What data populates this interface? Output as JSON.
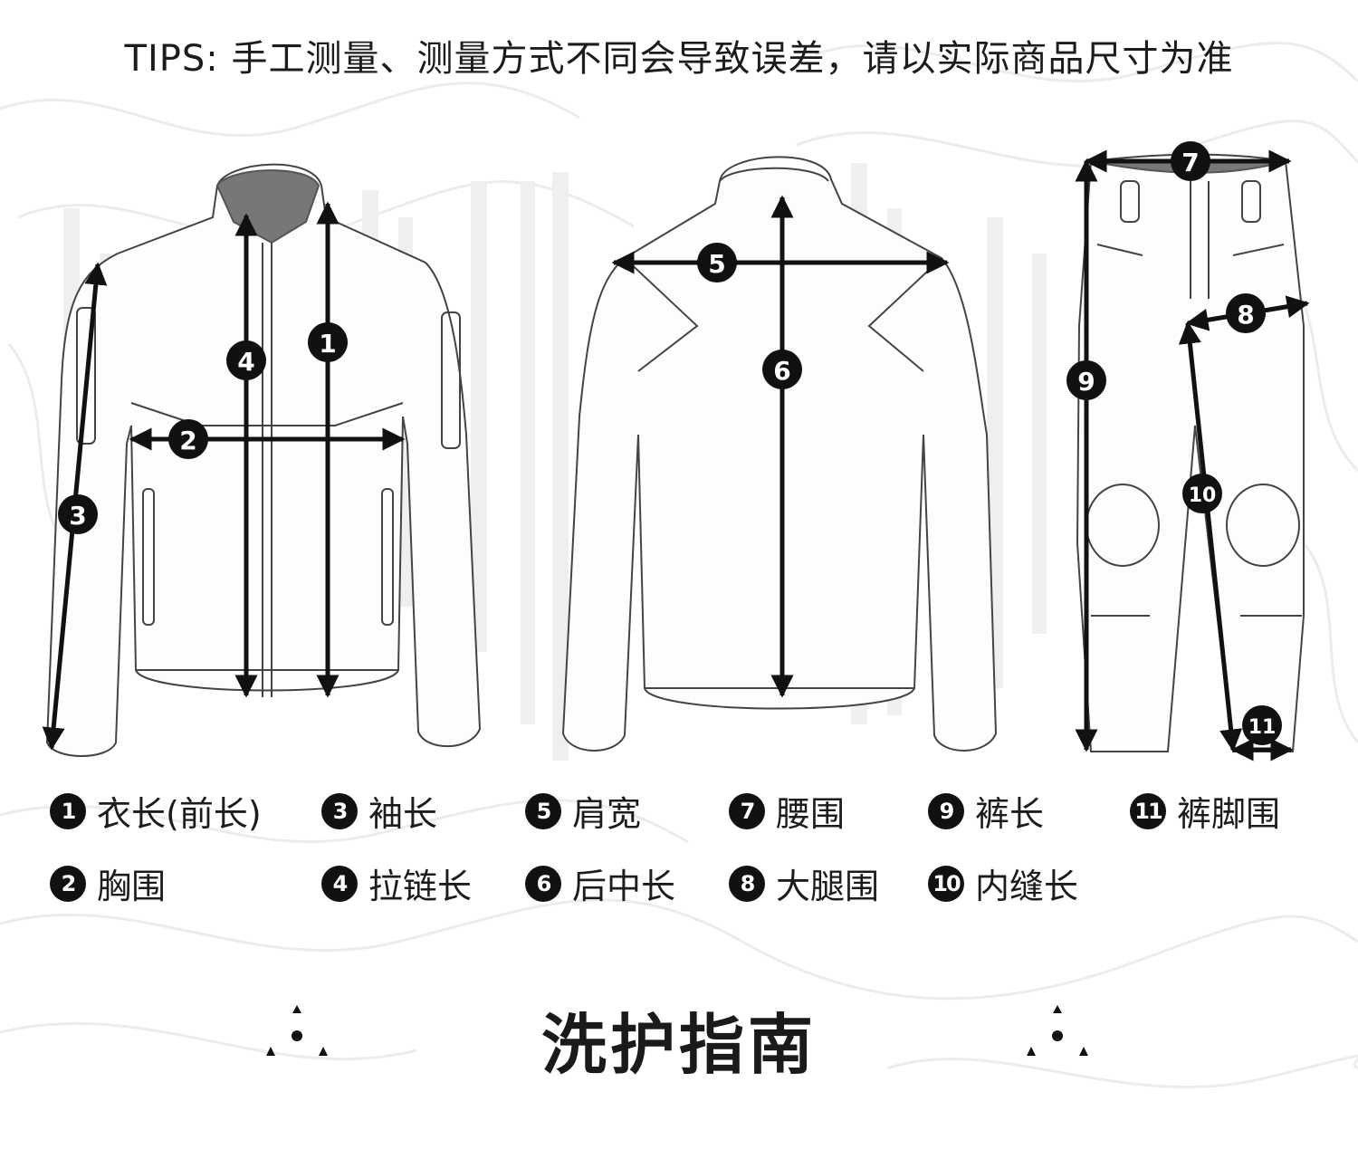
{
  "tips": "TIPS: 手工测量、测量方式不同会导致误差，请以实际商品尺寸为准",
  "markers": {
    "m1": "1",
    "m2": "2",
    "m3": "3",
    "m4": "4",
    "m5": "5",
    "m6": "6",
    "m7": "7",
    "m8": "8",
    "m9": "9",
    "m10": "10",
    "m11": "11"
  },
  "legend": [
    {
      "num": "1",
      "label": "衣长(前长)"
    },
    {
      "num": "3",
      "label": "袖长"
    },
    {
      "num": "5",
      "label": "肩宽"
    },
    {
      "num": "7",
      "label": "腰围"
    },
    {
      "num": "9",
      "label": "裤长"
    },
    {
      "num": "11",
      "label": "裤脚围"
    },
    {
      "num": "2",
      "label": "胸围"
    },
    {
      "num": "4",
      "label": "拉链长"
    },
    {
      "num": "6",
      "label": "后中长"
    },
    {
      "num": "8",
      "label": "大腿围"
    },
    {
      "num": "10",
      "label": "内缝长"
    }
  ],
  "guide_title": "洗护指南",
  "colors": {
    "ink": "#111111",
    "outline": "#444444",
    "bg_bars": "#e6e6e6",
    "contour": "#ececec",
    "collar": "#777777"
  }
}
